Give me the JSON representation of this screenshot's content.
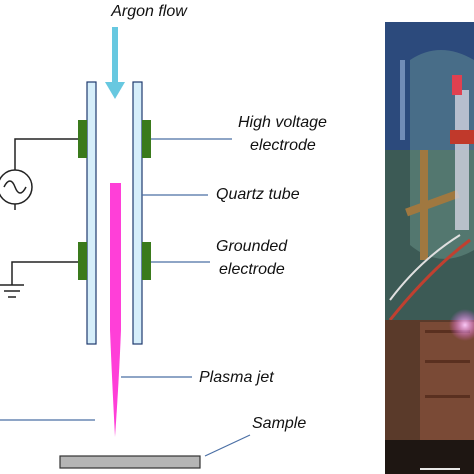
{
  "diagram": {
    "labels": {
      "argon_flow": "Argon flow",
      "high_voltage_line1": "High voltage",
      "high_voltage_line2": "electrode",
      "quartz_tube": "Quartz tube",
      "grounded_line1": "Grounded",
      "grounded_line2": "electrode",
      "plasma_jet": "Plasma jet",
      "sample": "Sample"
    },
    "colors": {
      "arrow": "#67c8e0",
      "tube_fill": "#d6eefa",
      "tube_stroke": "#1f3a6e",
      "electrode": "#3a7a1c",
      "plasma": "#ff3fd8",
      "sample_fill": "#b5b5b5",
      "photo_bg": "#2a3550"
    },
    "icons": [
      "ac-source-icon",
      "ground-icon"
    ]
  }
}
